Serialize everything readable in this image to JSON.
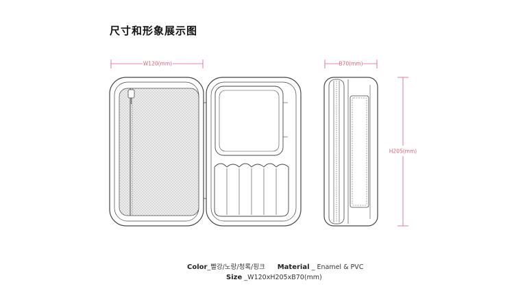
{
  "title": "尺寸和形象展示图",
  "dimensions": {
    "width": "W120(mm)",
    "depth": "B70(mm)",
    "height": "H205(mm)"
  },
  "specs": {
    "color_label": "Color",
    "color_value": "_빨강/노랑/청록/핑크",
    "material_label": "Material",
    "material_value": "_ Enamel & PVC",
    "size_label": "Size",
    "size_value": "_W120xH205xB70(mm)"
  },
  "colors": {
    "dimension_line": "#e05a7a",
    "outline": "#444444",
    "mesh": "#d6d6d6"
  }
}
